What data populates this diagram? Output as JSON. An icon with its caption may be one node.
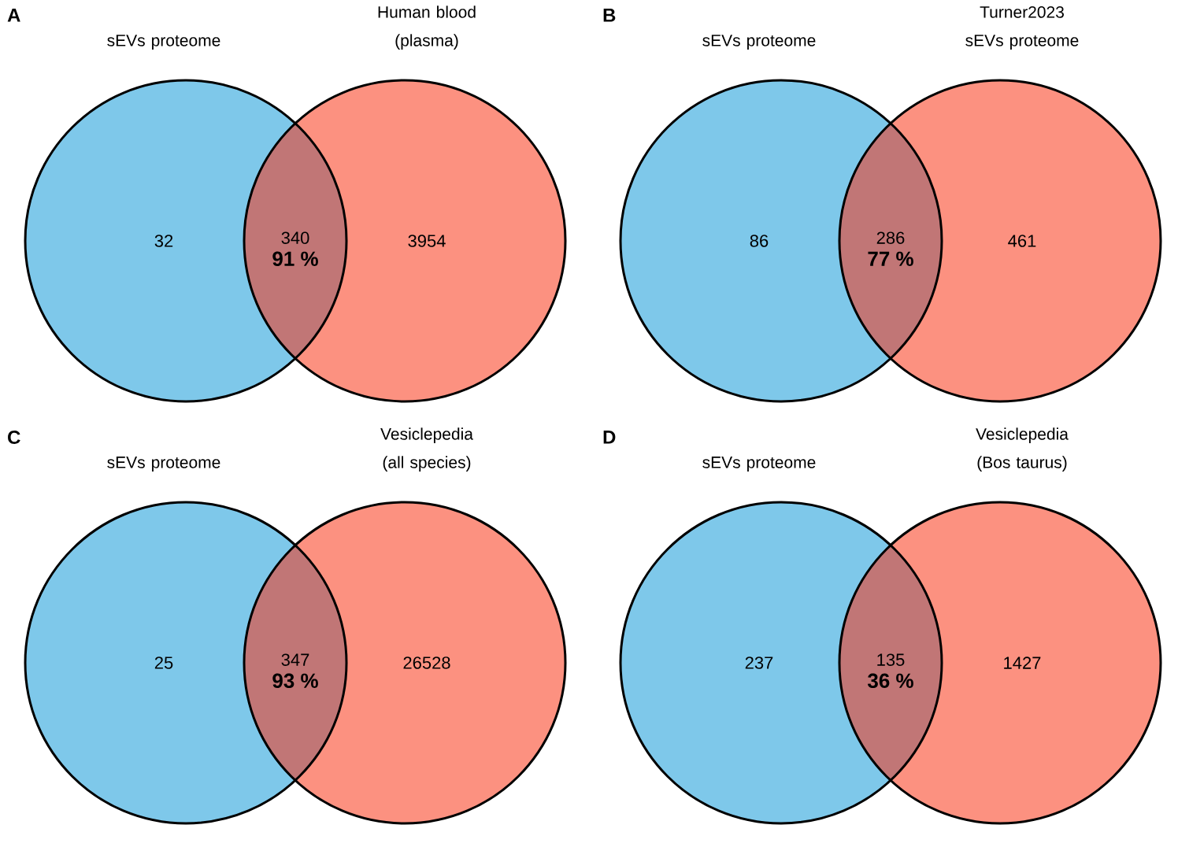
{
  "diagram": {
    "nodes": [
      {
        "text": [
          "32"
        ]
      },
      {
        "text": [
          "3954"
        ]
      },
      {
        "text": [
          "340",
          "91 %"
        ]
      },
      {
        "text": [
          "86"
        ]
      },
      {
        "text": [
          "461"
        ]
      },
      {
        "text": [
          "286",
          "77 %"
        ]
      },
      {
        "text": [
          "25"
        ]
      },
      {
        "text": [
          "26528"
        ]
      },
      {
        "text": [
          "347",
          "93 %"
        ]
      },
      {
        "text": [
          "237"
        ]
      },
      {
        "text": [
          "1427"
        ]
      },
      {
        "text": [
          "135",
          "36 %"
        ]
      }
    ],
    "labels": [
      "A",
      "sEVs proteome",
      "Human blood (plasma)",
      "B",
      "sEVs proteome",
      "Turner2023 sEVs proteome",
      "C",
      "sEVs proteome",
      "Vesiclepedia (all species)",
      "D",
      "sEVs proteome",
      "Vesiclepedia (Bos taurus)"
    ]
  }
}
